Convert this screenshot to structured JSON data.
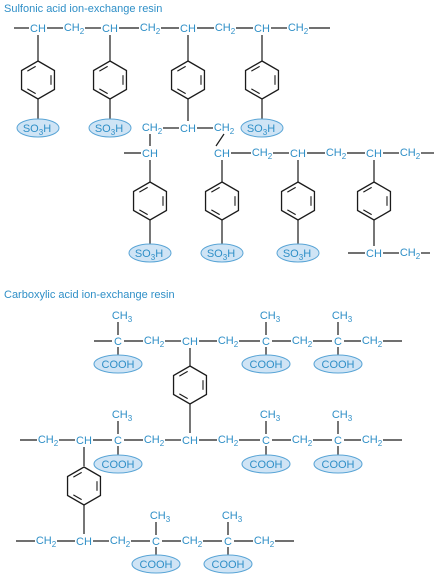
{
  "titles": {
    "sulfonic": "Sulfonic acid ion-exchange resin",
    "carboxylic": "Carboxylic acid ion-exchange resin"
  },
  "labels": {
    "ch": "CH",
    "c": "C",
    "ch2_main": "CH",
    "ch2_sub": "2",
    "ch3_main": "CH",
    "ch3_sub": "3",
    "so3h_a": "SO",
    "so3h_sub": "3",
    "so3h_b": "H",
    "cooh": "COOH"
  },
  "colors": {
    "text": "#2f8fc7",
    "bond": "#1b1b1b",
    "highlight_fill": "#cfe4f5",
    "highlight_stroke": "#5aa5d6"
  }
}
